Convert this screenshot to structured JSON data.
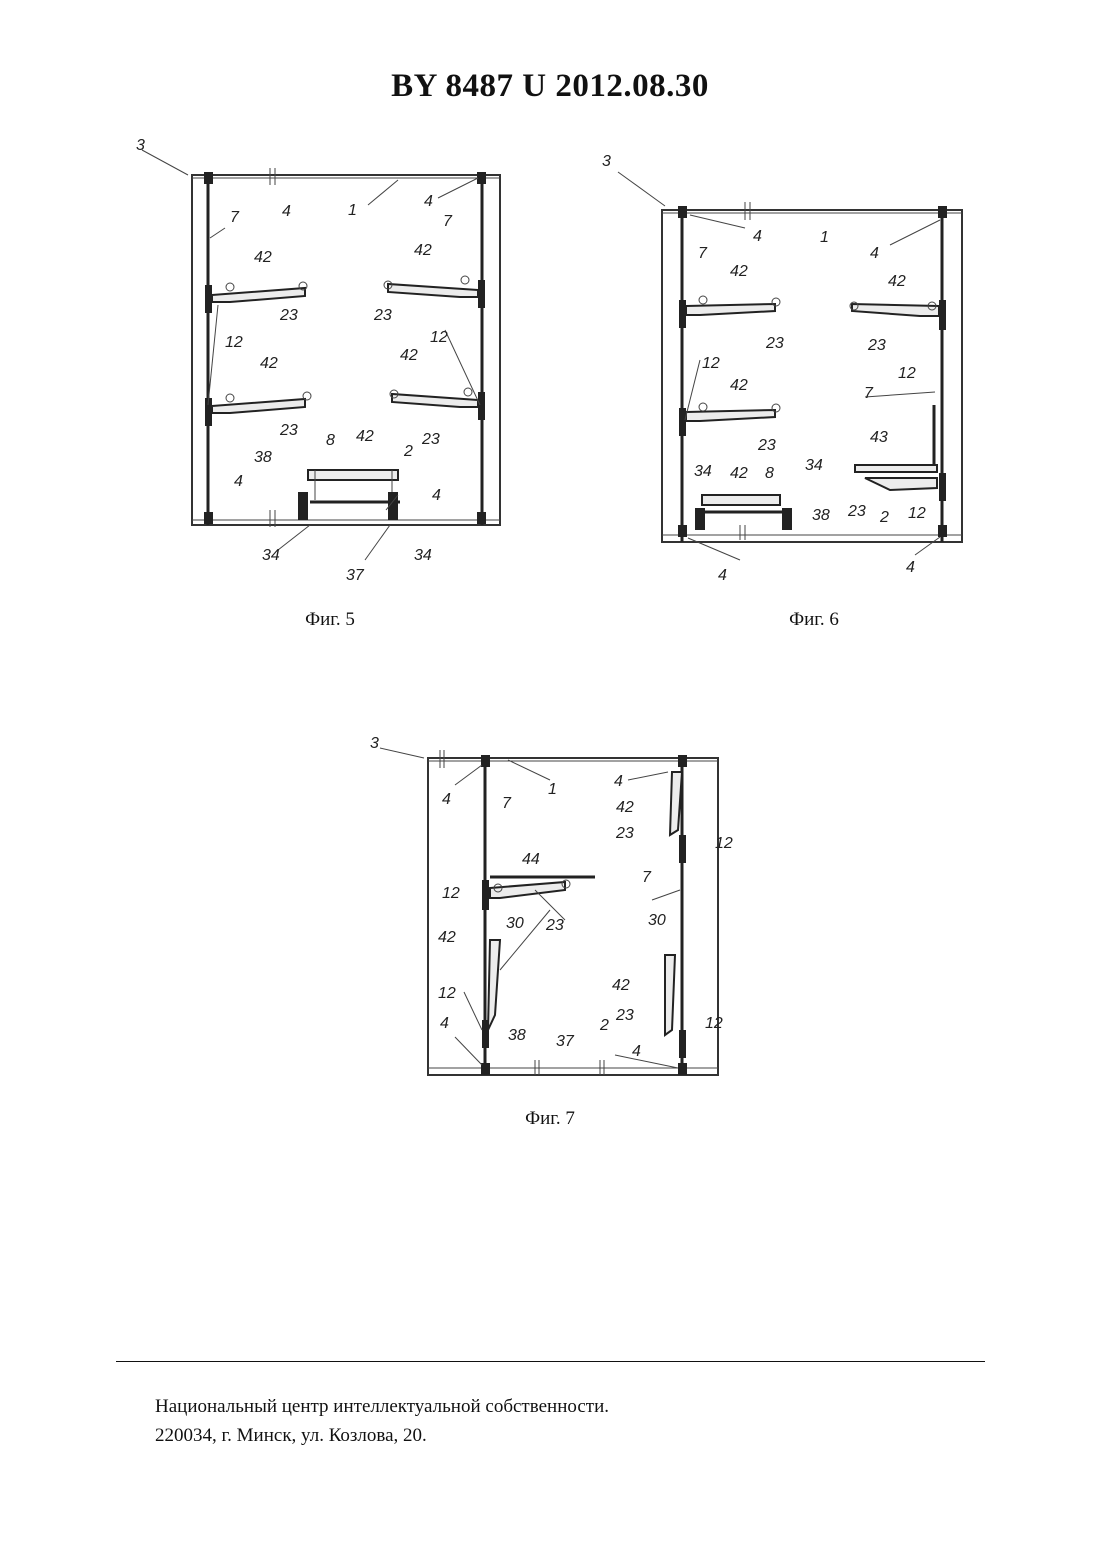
{
  "header": {
    "title": "BY  8487  U  2012.08.30"
  },
  "figures": [
    {
      "caption": "Фиг. 5"
    },
    {
      "caption": "Фиг. 6"
    },
    {
      "caption": "Фиг. 7"
    }
  ],
  "fig5_labels": [
    "3",
    "4",
    "1",
    "4",
    "7",
    "7",
    "42",
    "42",
    "23",
    "23",
    "12",
    "12",
    "42",
    "42",
    "23",
    "23",
    "8",
    "42",
    "2",
    "38",
    "4",
    "4",
    "34",
    "34",
    "37"
  ],
  "fig6_labels": [
    "3",
    "4",
    "1",
    "4",
    "7",
    "42",
    "42",
    "23",
    "23",
    "12",
    "12",
    "7",
    "42",
    "23",
    "43",
    "34",
    "42",
    "8",
    "34",
    "38",
    "23",
    "2",
    "12",
    "4",
    "4"
  ],
  "fig7_labels": [
    "3",
    "4",
    "7",
    "1",
    "4",
    "42",
    "23",
    "12",
    "44",
    "7",
    "12",
    "30",
    "23",
    "42",
    "30",
    "42",
    "23",
    "12",
    "12",
    "4",
    "38",
    "37",
    "2",
    "4"
  ],
  "footer": {
    "line1": "Национальный центр интеллектуальной собственности.",
    "line2": "220034, г. Минск, ул. Козлова, 20."
  }
}
